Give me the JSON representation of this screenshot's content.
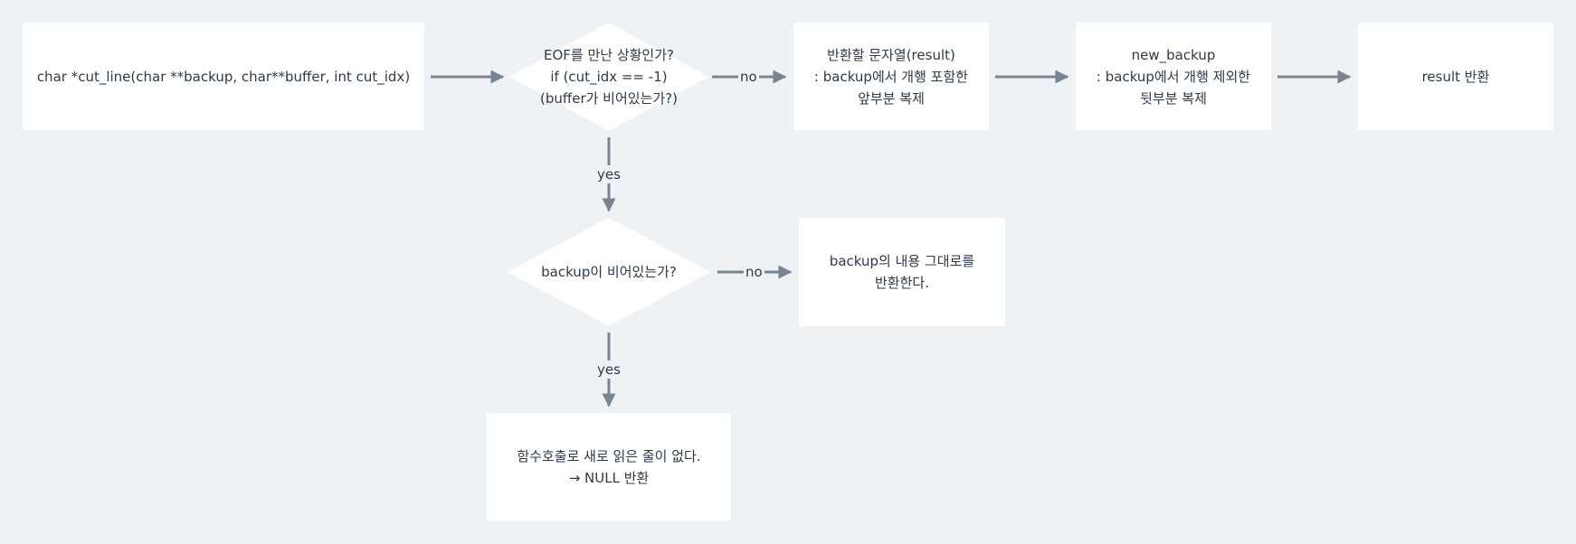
{
  "nodes": {
    "start": "char *cut_line(char **backup, char**buffer, int cut_idx)",
    "eof_check": "EOF를 만난 상황인가?\nif (cut_idx == -1)\n(buffer가 비어있는가?)",
    "copy_result": "반환할 문자열(result)\n: backup에서 개행 포함한\n앞부분 복제",
    "new_backup": "new_backup\n: backup에서 개행 제외한\n뒷부분 복제",
    "return_result": "result 반환",
    "backup_empty_check": "backup이 비어있는가?",
    "return_backup": "backup의 내용 그대로를\n반환한다.",
    "return_null": "함수호출로 새로 읽은 줄이 없다.\n→ NULL 반환"
  },
  "edge_labels": {
    "eof_no": "no",
    "eof_yes": "yes",
    "backup_no": "no",
    "backup_yes": "yes"
  },
  "colors": {
    "background": "#eff2f5",
    "node_fill": "#ffffff",
    "edge": "#78848f",
    "text": "#2e3a4a"
  }
}
